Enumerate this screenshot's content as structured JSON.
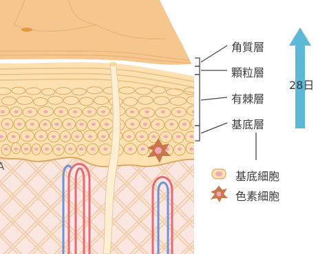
{
  "layers": [
    {
      "key": "stratum-corneum",
      "label": "角質層"
    },
    {
      "key": "stratum-granulosum",
      "label": "顆粒層"
    },
    {
      "key": "stratum-spinosum",
      "label": "有棘層"
    },
    {
      "key": "stratum-basale",
      "label": "基底層"
    }
  ],
  "turnover": {
    "label": "28日"
  },
  "legend": [
    {
      "key": "basal-cell",
      "label": "基底細胞",
      "icon": "basal-cell-icon"
    },
    {
      "key": "melanocyte",
      "label": "色素細胞",
      "icon": "melanocyte-icon"
    }
  ],
  "edge_text": "A",
  "colors": {
    "corneum": "#f6c68f",
    "epidermis_cell": "#fde1b1",
    "cell_outline": "#d9a766",
    "nucleus": "#f2a6b8",
    "dermis": "#fbe7e2",
    "collagen": "#f4d5bb",
    "artery": "#e36a77",
    "vein": "#6f92d8",
    "hair": "#fcefd4",
    "melanocyte": "#c9764a",
    "arrow": "#5bb8d7",
    "bracket": "#444444"
  }
}
